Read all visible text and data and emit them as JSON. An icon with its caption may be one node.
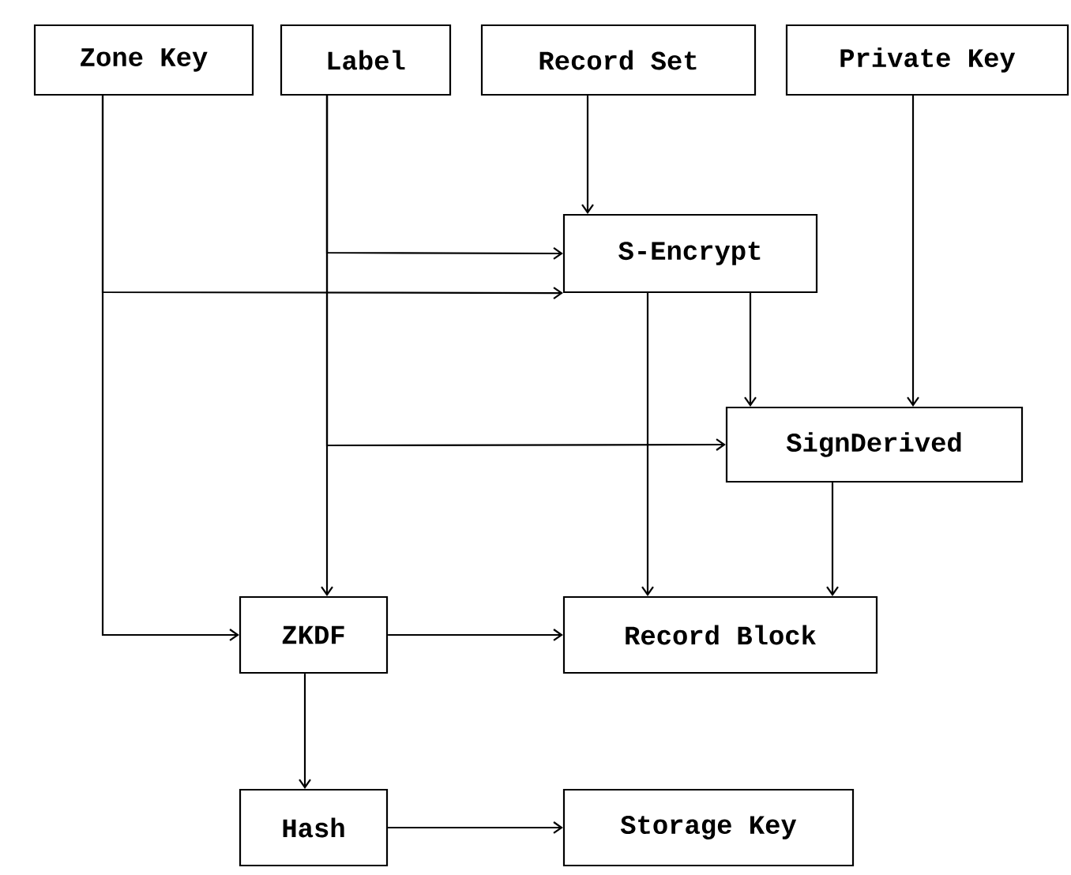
{
  "diagram": {
    "nodes": [
      {
        "text": [
          "Zone Key"
        ]
      },
      {
        "text": [
          "Label"
        ]
      },
      {
        "text": [
          "Record Set"
        ]
      },
      {
        "text": [
          "Private Key"
        ]
      },
      {
        "text": [
          "S-Encrypt"
        ]
      },
      {
        "text": [
          "SignDerived"
        ]
      },
      {
        "text": [
          "ZKDF"
        ]
      },
      {
        "text": [
          "Record Block"
        ]
      },
      {
        "text": [
          "Hash"
        ]
      },
      {
        "text": [
          "Storage Key"
        ]
      }
    ],
    "edges": [
      {
        "from": 2,
        "to": 4,
        "arrow": "to"
      },
      {
        "from": 1,
        "to": 4,
        "arrow": "to"
      },
      {
        "from": 0,
        "to": 4,
        "arrow": "to"
      },
      {
        "from": 4,
        "to": 5,
        "arrow": "to"
      },
      {
        "from": 3,
        "to": 5,
        "arrow": "to"
      },
      {
        "from": 1,
        "to": 5,
        "arrow": "to"
      },
      {
        "from": 1,
        "to": 6,
        "arrow": "to"
      },
      {
        "from": 4,
        "to": 7,
        "arrow": "to"
      },
      {
        "from": 5,
        "to": 7,
        "arrow": "to"
      },
      {
        "from": 0,
        "to": 6,
        "arrow": "to"
      },
      {
        "from": 6,
        "to": 7,
        "arrow": "to"
      },
      {
        "from": 6,
        "to": 8,
        "arrow": "to"
      },
      {
        "from": 8,
        "to": 9,
        "arrow": "to"
      }
    ]
  }
}
